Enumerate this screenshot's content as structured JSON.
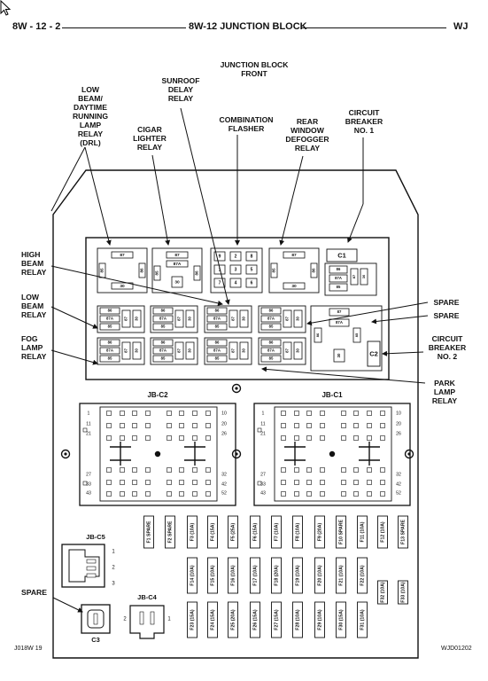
{
  "header": {
    "page_number": "8W - 12 - 2",
    "title": "8W-12 JUNCTION BLOCK",
    "vehicle": "WJ"
  },
  "diagram_title": "JUNCTION BLOCK\nFRONT",
  "callouts": {
    "low_beam_drl": "LOW\nBEAM/\nDAYTIME\nRUNNING\nLAMP\nRELAY\n(DRL)",
    "sunroof": "SUNROOF\nDELAY\nRELAY",
    "cigar": "CIGAR\nLIGHTER\nRELAY",
    "combo": "COMBINATION\nFLASHER",
    "rear_window": "REAR\nWINDOW\nDEFOGGER\nRELAY",
    "cb1": "CIRCUIT\nBREAKER\nNO. 1",
    "high_beam": "HIGH\nBEAM\nRELAY",
    "low_beam": "LOW\nBEAM\nRELAY",
    "fog": "FOG\nLAMP\nRELAY",
    "spare1": "SPARE",
    "spare2": "SPARE",
    "cb2": "CIRCUIT\nBREAKER\nNO. 2",
    "park": "PARK\nLAMP\nRELAY",
    "spare3": "SPARE"
  },
  "connectors": {
    "jbc2": "JB-C2",
    "jbc1": "JB-C1",
    "jbc5": "JB-C5",
    "jbc4": "JB-C4",
    "c1": "C1",
    "c2": "C2",
    "c3": "C3"
  },
  "connector_pins": {
    "left_top": [
      "1",
      "11",
      "21"
    ],
    "left_bottom": [
      "27",
      "33",
      "43"
    ],
    "right_top": [
      "10",
      "20",
      "26"
    ],
    "right_bottom": [
      "32",
      "42",
      "52"
    ],
    "c5": [
      "1",
      "2",
      "3"
    ],
    "c4": [
      "2",
      "1"
    ]
  },
  "relay_pins": {
    "p86": "86",
    "p87a": "87A",
    "p85": "85",
    "p87": "87",
    "p30": "30"
  },
  "flasher_pins": [
    "9",
    "2",
    "8",
    "1",
    "3",
    "5",
    "7",
    "4",
    "6"
  ],
  "fuses": {
    "row1": [
      "F1 SPARE",
      "F2 SPARE",
      "F3 (10A)",
      "F4 (15A)",
      "F5 (25A)",
      "F6 (15A)",
      "F7 (10A)",
      "F8 (10A)",
      "F9 (20A)",
      "F10 SPARE",
      "F11 (10A)",
      "F12 (10A)",
      "F13 SPARE"
    ],
    "row2": [
      "F14 (10A)",
      "F15 (10A)",
      "F16 (10A)",
      "F17 (10A)",
      "F18 (20A)",
      "F19 (10A)",
      "F20 (10A)",
      "F21 (10A)",
      "F22 (10A)"
    ],
    "row3": [
      "F23 (15A)",
      "F24 (15A)",
      "F25 (20A)",
      "F26 (15A)",
      "F27 (15A)",
      "F28 (10A)",
      "F29 (10A)",
      "F30 (15A)",
      "F31 (10A)"
    ],
    "side": [
      "F32 (10A)",
      "F33 (10A)"
    ]
  },
  "footer": {
    "left": "J018W 19",
    "right": "WJD01202"
  }
}
